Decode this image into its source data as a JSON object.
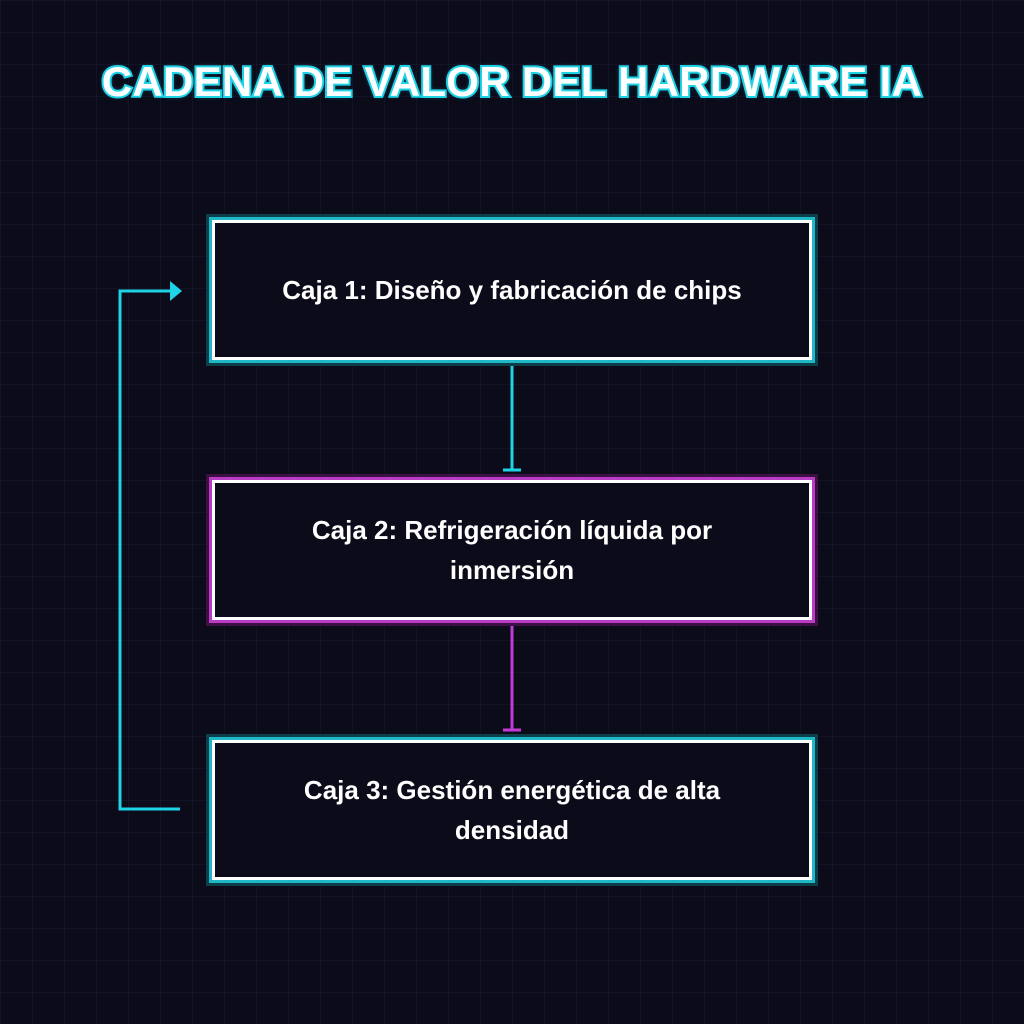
{
  "title": "CADENA DE VALOR DEL HARDWARE IA",
  "colors": {
    "background": "#0b0b1a",
    "cyan": "#1fd3e6",
    "magenta": "#c23bd6",
    "box_fill": "#0b0b1a",
    "box_border": "#ffffff"
  },
  "boxes": [
    {
      "label": "Caja 1: Diseño y fabricación de chips",
      "accent": "cyan"
    },
    {
      "label": "Caja 2: Refrigeración líquida por inmersión",
      "accent": "magenta"
    },
    {
      "label": "Caja 3: Gestión energética de alta densidad",
      "accent": "cyan"
    }
  ],
  "connectors": [
    {
      "from": "Caja 1",
      "to": "Caja 2",
      "color": "cyan"
    },
    {
      "from": "Caja 2",
      "to": "Caja 3",
      "color": "magenta"
    },
    {
      "from": "Caja 3",
      "to": "Caja 1",
      "color": "cyan",
      "style": "feedback-loop-arrow"
    }
  ]
}
